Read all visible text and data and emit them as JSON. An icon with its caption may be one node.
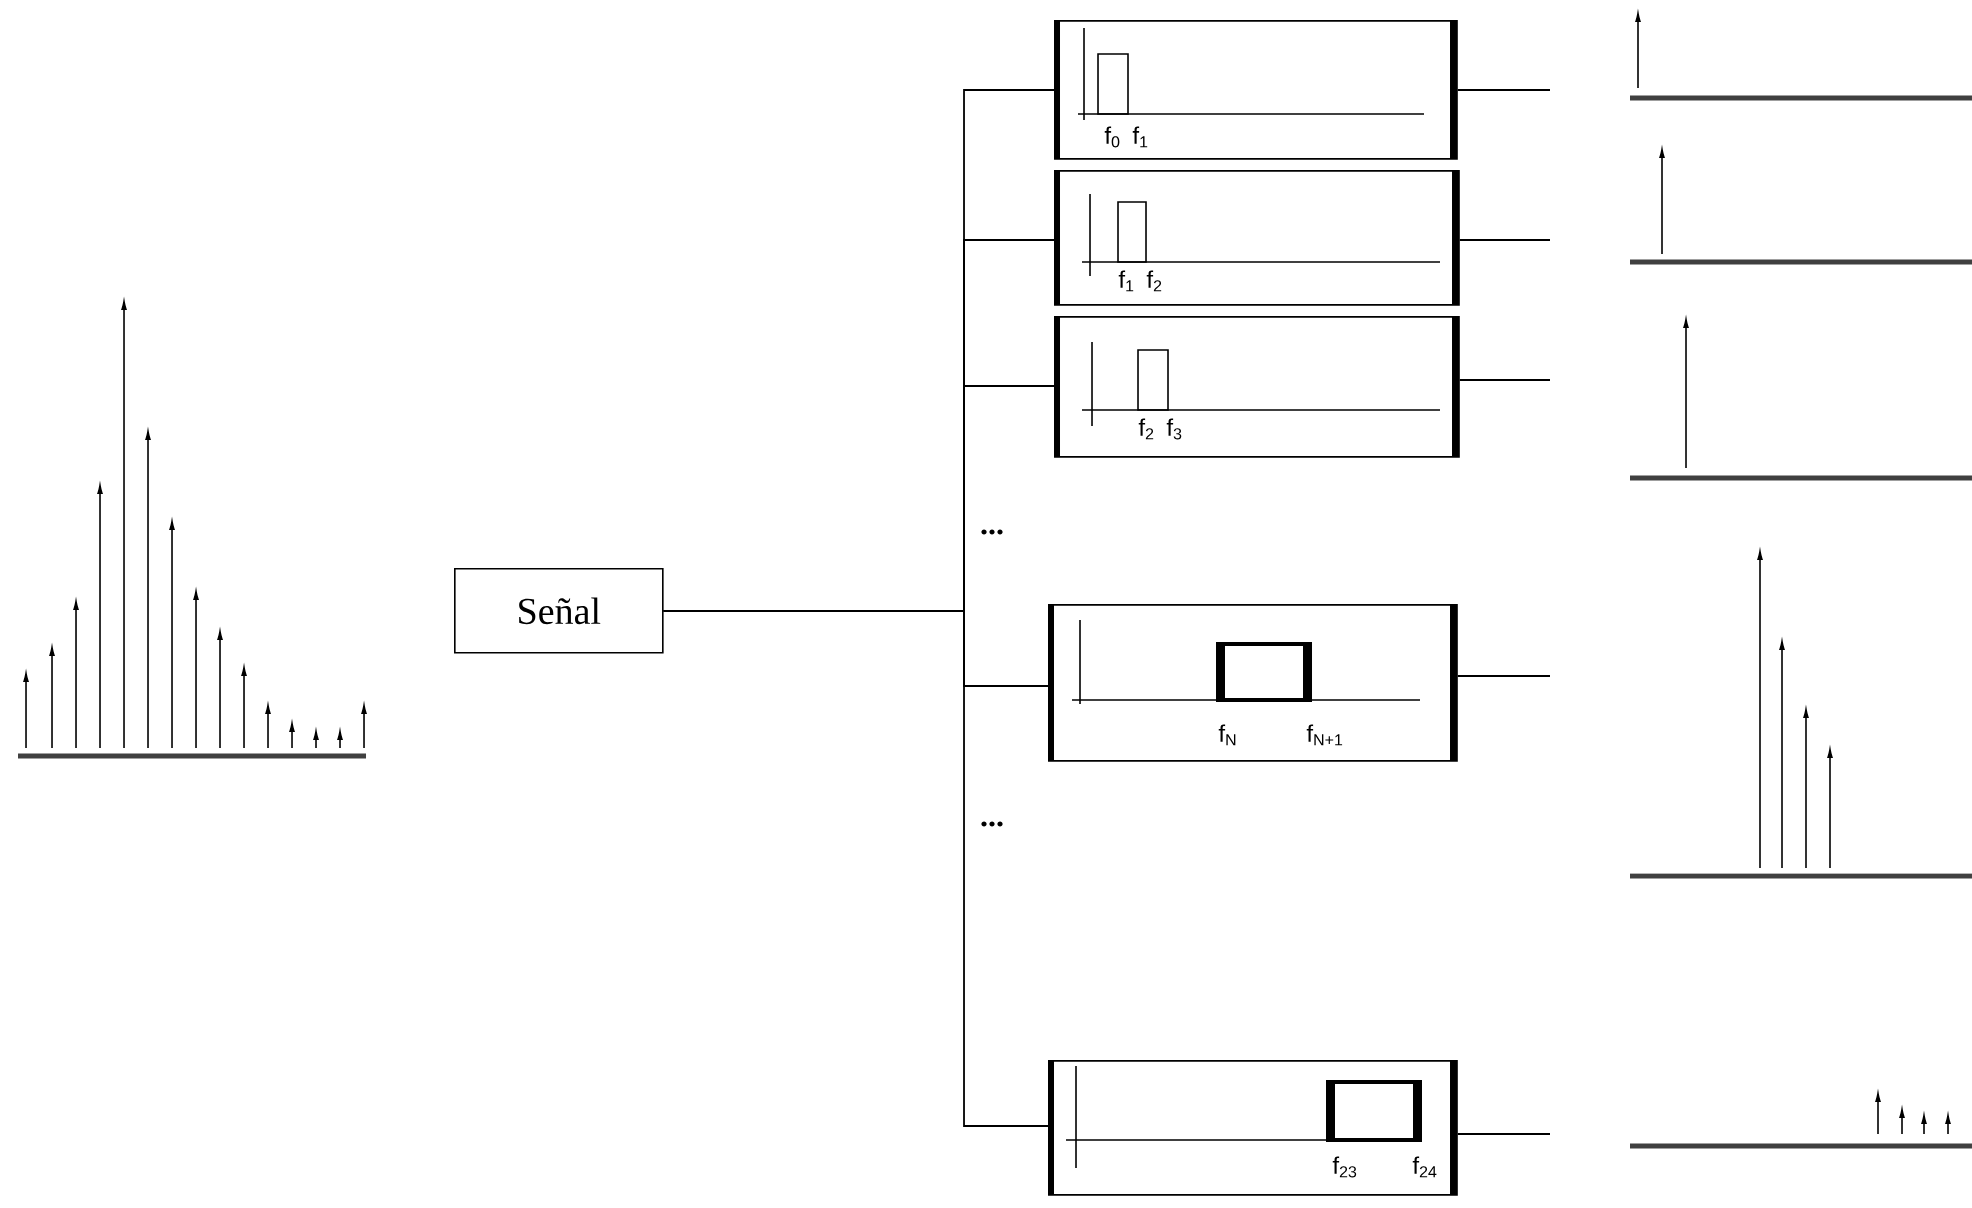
{
  "diagram": {
    "nodes": [
      {
        "text": [
          "Señal"
        ]
      },
      {
        "text": [
          "f$_{0}$",
          "f$_{1}$"
        ]
      },
      {
        "text": [
          "f$_{1}$",
          "f$_{2}$"
        ]
      },
      {
        "text": [
          "f$_{2}$",
          "f$_{3}$"
        ]
      },
      {
        "text": [
          "f$_{N}$",
          "f$_{N+1}$"
        ]
      },
      {
        "text": [
          "f$_{23}$",
          "f$_{24}$"
        ]
      },
      {
        "text": [],
        "shape": "picture"
      },
      {
        "text": [],
        "shape": "picture"
      },
      {
        "text": [],
        "shape": "picture"
      },
      {
        "text": [],
        "shape": "picture"
      },
      {
        "text": [],
        "shape": "picture"
      }
    ],
    "edges": [
      {
        "from": 0,
        "to": 1,
        "arrow": "none"
      },
      {
        "from": 0,
        "to": 2,
        "arrow": "none"
      },
      {
        "from": 0,
        "to": 3,
        "arrow": "none"
      },
      {
        "from": 0,
        "to": 4,
        "arrow": "none"
      },
      {
        "from": 0,
        "to": 5,
        "arrow": "none"
      },
      {
        "from": 1,
        "to": 6,
        "arrow": "none"
      },
      {
        "from": 2,
        "to": 7,
        "arrow": "none"
      },
      {
        "from": 3,
        "to": 8,
        "arrow": "none"
      },
      {
        "from": 4,
        "to": 9,
        "arrow": "none"
      },
      {
        "from": 5,
        "to": 10,
        "arrow": "none"
      }
    ],
    "labels": [
      "...",
      "..."
    ]
  }
}
